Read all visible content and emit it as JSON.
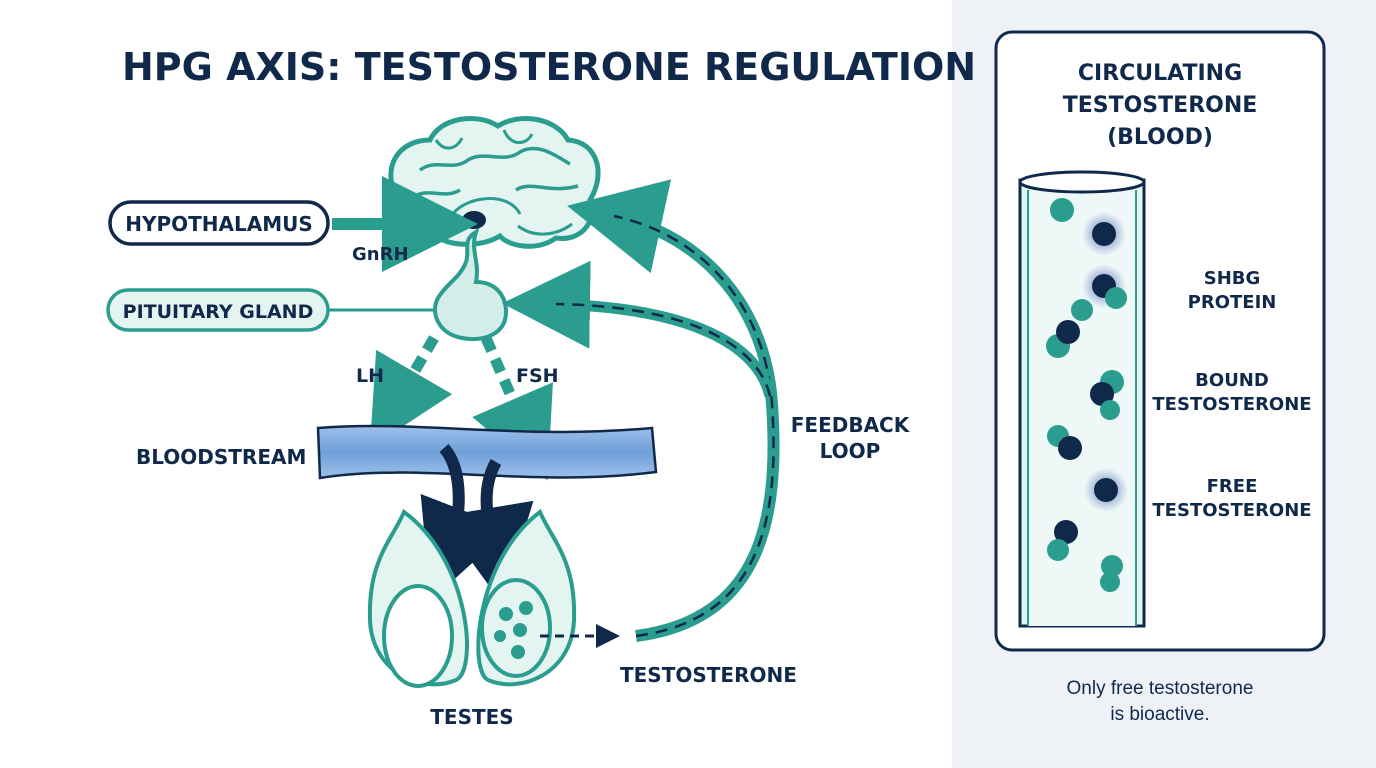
{
  "title": "HPG AXIS: TESTOSTERONE REGULATION",
  "labels": {
    "hypothalamus": "HYPOTHALAMUS",
    "pituitary": "PITUITARY GLAND",
    "gnrh": "GnRH",
    "lh": "LH",
    "fsh": "FSH",
    "bloodstream": "BLOODSTREAM",
    "feedback_line1": "FEEDBACK",
    "feedback_line2": "LOOP",
    "testosterone": "TESTOSTERONE",
    "testes": "TESTES"
  },
  "side_panel": {
    "title_lines": [
      "CIRCULATING",
      "TESTOSTERONE",
      "(BLOOD)"
    ],
    "legend": {
      "shbg": [
        "SHBG",
        "PROTEIN"
      ],
      "bound": [
        "BOUND",
        "TESTOSTERONE"
      ],
      "free": [
        "FREE",
        "TESTOSTERONE"
      ]
    },
    "note_lines": [
      "Only free testosterone",
      "is bioactive."
    ]
  },
  "colors": {
    "navy": "#10294a",
    "teal": "#2a9d8f",
    "teal_light": "#e3f4f1",
    "blood": "#6f9fd8",
    "panel_bg": "#eef2f6"
  }
}
